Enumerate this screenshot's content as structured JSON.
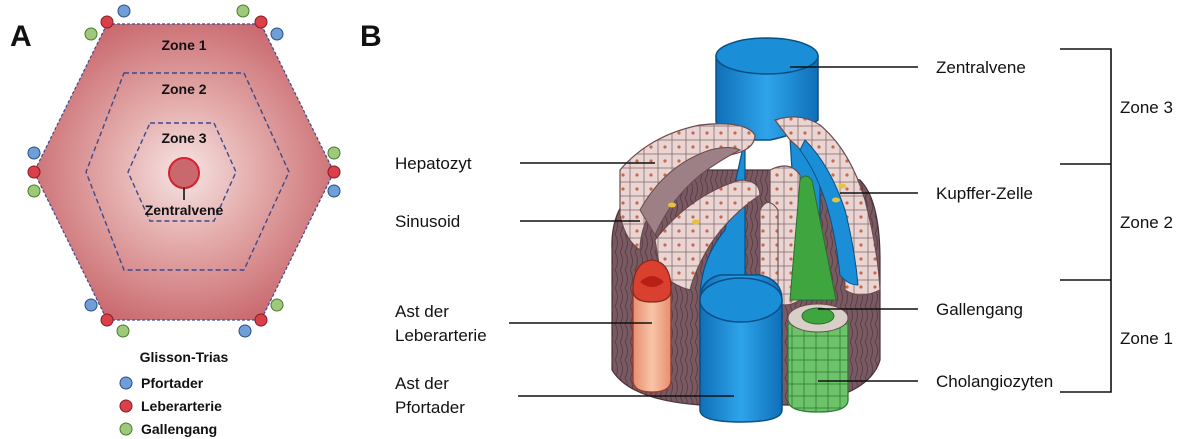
{
  "panel_a": {
    "label": "A",
    "zones": [
      "Zone 1",
      "Zone 2",
      "Zone 3"
    ],
    "center_label": "Zentralvene",
    "legend": {
      "title": "Glisson-Trias",
      "items": [
        {
          "label": "Pfortader",
          "color": "#6f9fd8"
        },
        {
          "label": "Leberarterie",
          "color": "#d9404a"
        },
        {
          "label": "Gallengang",
          "color": "#9fc97a"
        }
      ]
    }
  },
  "panel_b": {
    "label": "B",
    "left_labels": [
      "Hepatozyt",
      "Sinusoid",
      "Ast der",
      "Leberarterie",
      "Ast der",
      "Pfortader"
    ],
    "right_labels": [
      "Zentralvene",
      "Kupffer-Zelle",
      "Gallengang",
      "Cholangiozyten"
    ],
    "zones": [
      "Zone 3",
      "Zone 2",
      "Zone 1"
    ]
  },
  "colors": {
    "lobule": "#c9696e",
    "vein_blue": "#1a8fd8",
    "artery": "#d9402f",
    "bile": "#3fa63f",
    "hepatocyte": "#e8d2d0"
  }
}
